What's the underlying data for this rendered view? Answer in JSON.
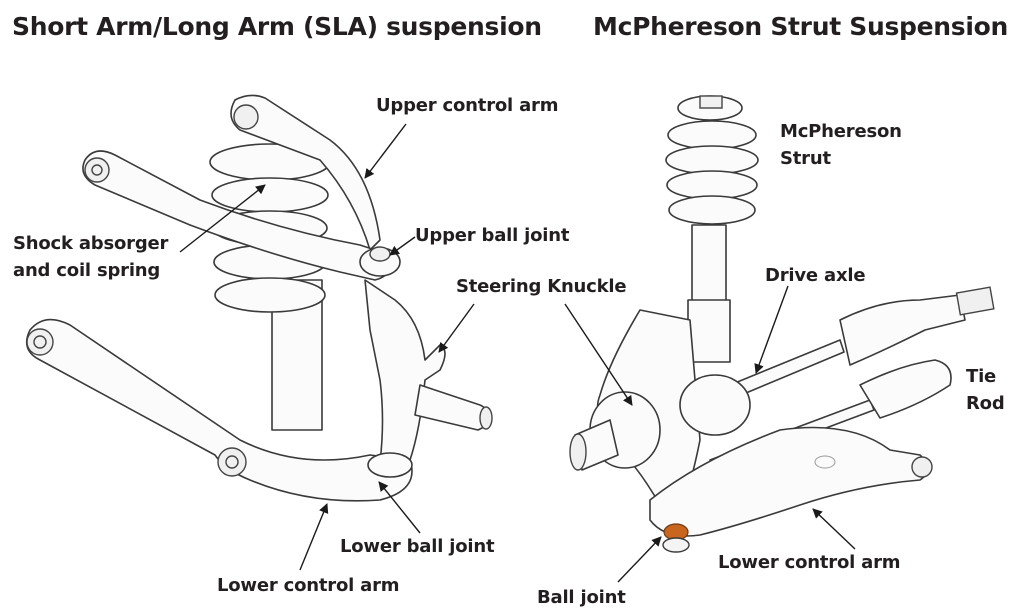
{
  "titles": {
    "left": "Short Arm/Long Arm (SLA) suspension",
    "right": "McPhereson Strut Suspension"
  },
  "sla_labels": {
    "upper_control_arm": "Upper control arm",
    "shock_line1": "Shock absorger",
    "shock_line2": "and coil spring",
    "upper_ball_joint": "Upper ball joint",
    "steering_knuckle": "Steering Knuckle",
    "lower_ball_joint": "Lower ball joint",
    "lower_control_arm": "Lower control arm"
  },
  "strut_labels": {
    "strut_line1": "McPhereson",
    "strut_line2": "Strut",
    "drive_axle": "Drive axle",
    "tie_line1": "Tie",
    "tie_line2": "Rod",
    "lower_control_arm": "Lower control arm",
    "ball_joint": "Ball joint"
  },
  "colors": {
    "text": "#231f20",
    "ball_joint_highlight": "#c8651e"
  }
}
